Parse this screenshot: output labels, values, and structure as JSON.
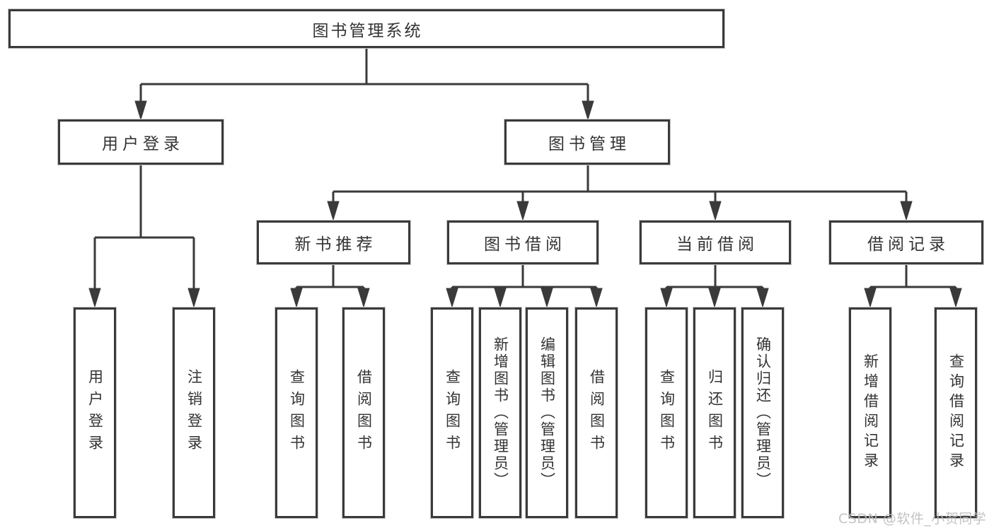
{
  "colors": {
    "line": "#3a3a3a",
    "text": "#333333",
    "watermark": "#bdbdbd",
    "background": "#ffffff"
  },
  "watermark": "CSDN @软件_小贺同学",
  "tree": {
    "root": "图书管理系统",
    "user_login_branch": {
      "label": "用户登录",
      "leaves": [
        "用户登录",
        "注销登录"
      ]
    },
    "book_mgmt_branch": {
      "label": "图书管理",
      "groups": [
        {
          "label": "新书推荐",
          "leaves": [
            "查询图书",
            "借阅图书"
          ]
        },
        {
          "label": "图书借阅",
          "leaves": [
            "查询图书",
            "新增图书（管理员）",
            "编辑图书（管理员）",
            "借阅图书"
          ]
        },
        {
          "label": "当前借阅",
          "leaves": [
            "查询图书",
            "归还图书",
            "确认归还（管理员）"
          ]
        },
        {
          "label": "借阅记录",
          "leaves": [
            "新增借阅记录",
            "查询借阅记录"
          ]
        }
      ]
    }
  }
}
